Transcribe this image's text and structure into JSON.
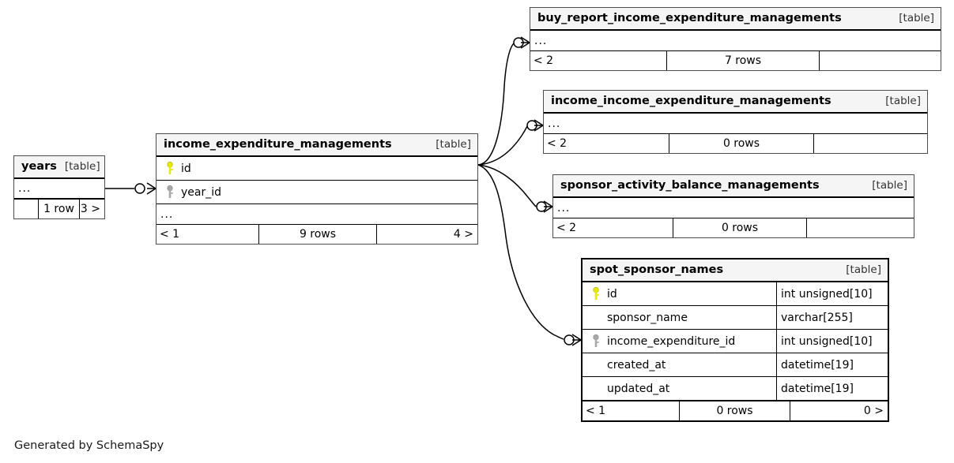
{
  "diagram": {
    "generator_caption": "Generated by SchemaSpy",
    "table_tag": "[table]",
    "ellipsis": "...",
    "colors": {
      "primary_key": "#e8e800",
      "foreign_key": "#a9a9a9",
      "header_background": "#f5f5f5",
      "border": "#4d4d4d",
      "focal_border": "#000000",
      "edge": "#000000",
      "background": "#ffffff"
    }
  },
  "tables": [
    {
      "id": "years",
      "name": "years",
      "tag": "[table]",
      "focal": false,
      "has_ellipsis_row": true,
      "ellipsis": "...",
      "columns": [],
      "footer": [
        "",
        "1 row",
        "3 >"
      ]
    },
    {
      "id": "income_expenditure_managements",
      "name": "income_expenditure_managements",
      "tag": "[table]",
      "focal": false,
      "has_ellipsis_row": true,
      "ellipsis": "...",
      "columns": [
        {
          "name": "id",
          "key": "primary",
          "type": ""
        },
        {
          "name": "year_id",
          "key": "foreign",
          "type": ""
        }
      ],
      "footer": [
        "< 1",
        "9 rows",
        "4 >"
      ]
    },
    {
      "id": "buy_report_income_expenditure_managements",
      "name": "buy_report_income_expenditure_managements",
      "tag": "[table]",
      "focal": false,
      "has_ellipsis_row": true,
      "ellipsis": "...",
      "columns": [],
      "footer": [
        "< 2",
        "7 rows",
        ""
      ]
    },
    {
      "id": "income_income_expenditure_managements",
      "name": "income_income_expenditure_managements",
      "tag": "[table]",
      "focal": false,
      "has_ellipsis_row": true,
      "ellipsis": "...",
      "columns": [],
      "footer": [
        "< 2",
        "0 rows",
        ""
      ]
    },
    {
      "id": "sponsor_activity_balance_managements",
      "name": "sponsor_activity_balance_managements",
      "tag": "[table]",
      "focal": false,
      "has_ellipsis_row": true,
      "ellipsis": "...",
      "columns": [],
      "footer": [
        "< 2",
        "0 rows",
        ""
      ]
    },
    {
      "id": "spot_sponsor_names",
      "name": "spot_sponsor_names",
      "tag": "[table]",
      "focal": true,
      "has_ellipsis_row": false,
      "ellipsis": "",
      "columns": [
        {
          "name": "id",
          "key": "primary",
          "type": "int unsigned[10]"
        },
        {
          "name": "sponsor_name",
          "key": "none",
          "type": "varchar[255]"
        },
        {
          "name": "income_expenditure_id",
          "key": "foreign",
          "type": "int unsigned[10]"
        },
        {
          "name": "created_at",
          "key": "none",
          "type": "datetime[19]"
        },
        {
          "name": "updated_at",
          "key": "none",
          "type": "datetime[19]"
        }
      ],
      "footer": [
        "< 1",
        "0 rows",
        "0 >"
      ]
    }
  ],
  "relationships": [
    {
      "from": "years",
      "to": "income_expenditure_managements",
      "to_column": "year_id"
    },
    {
      "from": "income_expenditure_managements",
      "to": "buy_report_income_expenditure_managements",
      "to_column": "..."
    },
    {
      "from": "income_expenditure_managements",
      "to": "income_income_expenditure_managements",
      "to_column": "..."
    },
    {
      "from": "income_expenditure_managements",
      "to": "sponsor_activity_balance_managements",
      "to_column": "..."
    },
    {
      "from": "income_expenditure_managements",
      "to": "spot_sponsor_names",
      "to_column": "income_expenditure_id"
    }
  ]
}
